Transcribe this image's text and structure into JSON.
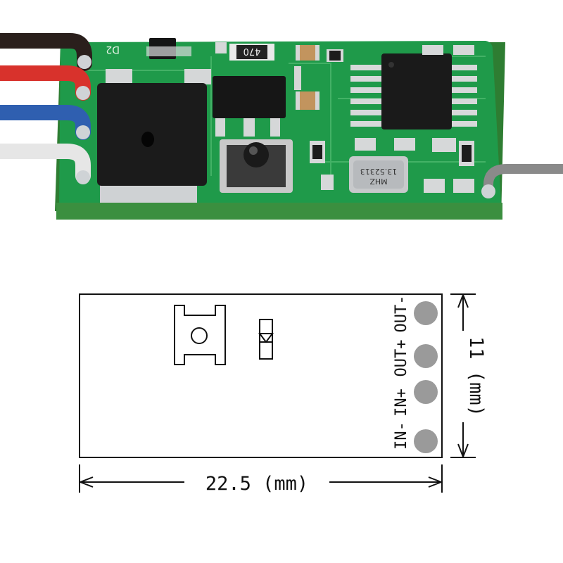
{
  "photo": {
    "chip_marking": "470",
    "crystal_marking_1": "13.52313",
    "crystal_marking_2": "MHZ",
    "silkscreen": "D2",
    "wire_colors": [
      "#2a1f1c",
      "#d8322c",
      "#2f5fb0",
      "#e6e6e6"
    ],
    "antenna_color": "#8a8a8a",
    "pcb_color": "#1f9a4a"
  },
  "diagram": {
    "pin_labels": [
      "IN-",
      "IN+",
      "OUT+",
      "OUT-"
    ],
    "width_label": "22.5 (mm)",
    "height_label": "11 (mm)",
    "pad_color": "#9a9a9a"
  }
}
